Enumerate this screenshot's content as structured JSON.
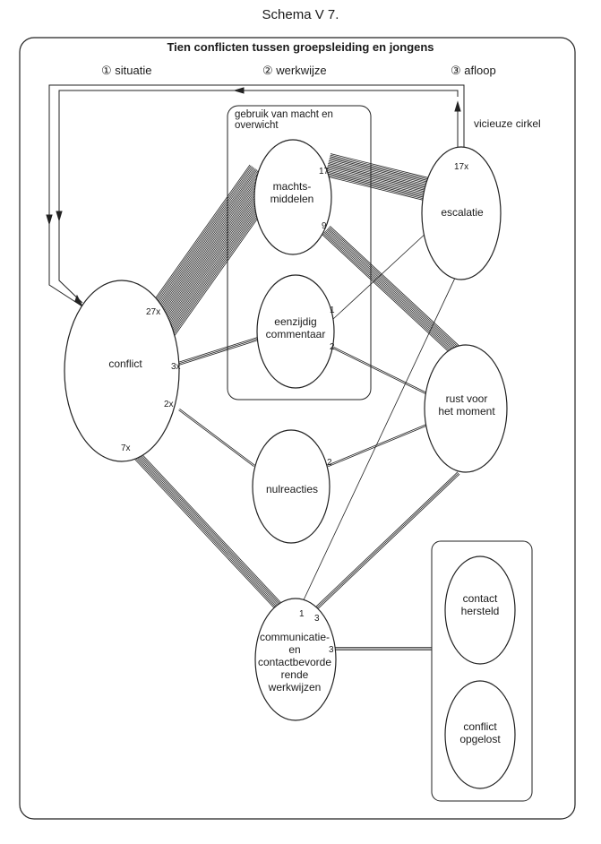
{
  "title": "Schema V 7.",
  "subtitle": "Tien conflicten tussen groepsleiding en jongens",
  "columns": {
    "situatie": "① situatie",
    "werkwijze": "② werkwijze",
    "afloop": "③ afloop"
  },
  "cycle_label": "vicieuze cirkel",
  "group_label": "gebruik van macht en\noverwicht",
  "nodes": {
    "conflict": "conflict",
    "machtsmiddelen": "machts-\nmiddelen",
    "eenzijdig": "eenzijdig\ncommentaar",
    "nulreacties": "nulreacties",
    "communicatie": "communicatie-\nen\ncontactbevorde\nrende\nwerkwijzen",
    "escalatie": "escalatie",
    "rust": "rust voor\nhet moment",
    "contact": "contact\nhersteld",
    "opgelost": "conflict\nopgelost"
  },
  "counts": {
    "conflict_27x": "27x",
    "conflict_3x": "3x",
    "conflict_2x": "2x",
    "conflict_7x": "7x",
    "machts_17": "17",
    "machts_9": "9",
    "eenzijdig_1": "1",
    "eenzijdig_2": "2",
    "nul_2": "2",
    "comm_1": "1",
    "comm_3a": "3",
    "comm_3b": "3",
    "escalatie_17x": "17x"
  },
  "diagram_data": {
    "edges": [
      {
        "from": "conflict",
        "to": "machtsmiddelen",
        "count": 27
      },
      {
        "from": "conflict",
        "to": "eenzijdig commentaar",
        "count": 3
      },
      {
        "from": "conflict",
        "to": "nulreacties",
        "count": 2
      },
      {
        "from": "conflict",
        "to": "communicatie- en contactbevorderende werkwijzen",
        "count": 7
      },
      {
        "from": "machtsmiddelen",
        "to": "escalatie",
        "count": 17
      },
      {
        "from": "machtsmiddelen",
        "to": "rust voor het moment",
        "count": 9
      },
      {
        "from": "eenzijdig commentaar",
        "to": "escalatie",
        "count": 1
      },
      {
        "from": "eenzijdig commentaar",
        "to": "rust voor het moment",
        "count": 2
      },
      {
        "from": "nulreacties",
        "to": "rust voor het moment",
        "count": 2
      },
      {
        "from": "communicatie- en contactbevorderende werkwijzen",
        "to": "escalatie",
        "count": 1
      },
      {
        "from": "communicatie- en contactbevorderende werkwijzen",
        "to": "rust voor het moment",
        "count": 3
      },
      {
        "from": "communicatie- en contactbevorderende werkwijzen",
        "to": "contact hersteld / conflict opgelost",
        "count": 3
      },
      {
        "from": "escalatie",
        "to": "conflict",
        "label": "vicieuze cirkel",
        "count": 17
      }
    ]
  }
}
